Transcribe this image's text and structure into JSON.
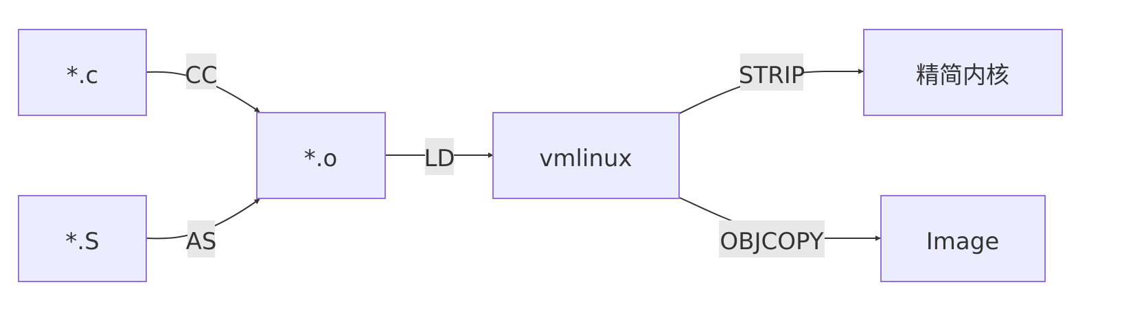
{
  "nodes": {
    "c_source": "*.c",
    "s_source": "*.S",
    "object": "*.o",
    "vmlinux": "vmlinux",
    "stripped_kernel": "精简内核",
    "image": "Image"
  },
  "edges": {
    "cc": "CC",
    "as": "AS",
    "ld": "LD",
    "strip": "STRIP",
    "objcopy": "OBJCOPY"
  },
  "colors": {
    "node_fill": "#ececff",
    "node_stroke": "#9370db",
    "edge": "#333333",
    "label_bg": "#e8e8e8",
    "text": "#333333"
  }
}
